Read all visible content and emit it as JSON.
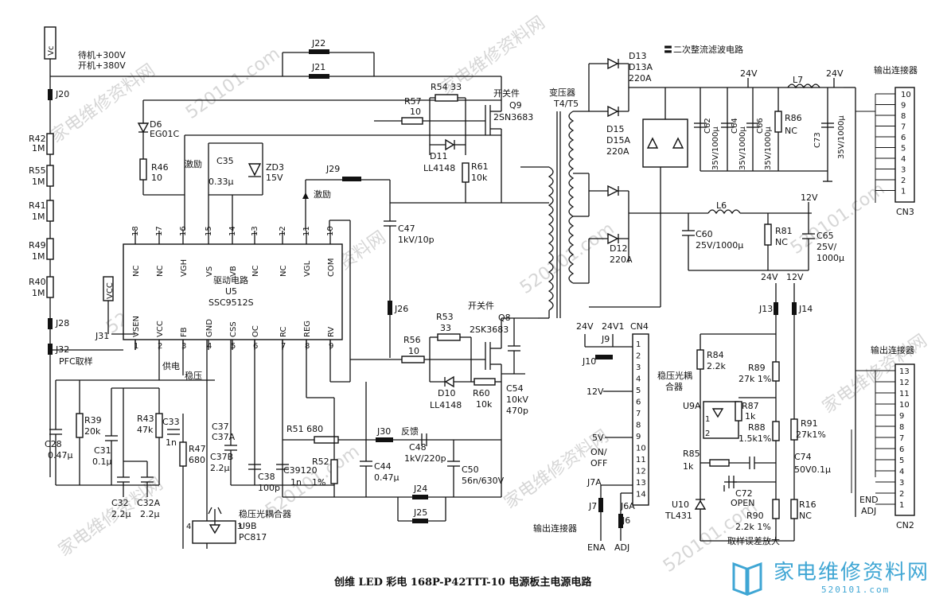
{
  "caption": "创维 LED 彩电 168P-P42TTT-10 电源板主电源电路",
  "logo": {
    "text": "家电维修资料网",
    "url": "520101.com"
  },
  "watermarks": [
    "家电维修资料网",
    "520101.com"
  ],
  "input": {
    "vc": "Vc",
    "standby": "待机+300V",
    "on": "开机+380V",
    "pfc": "PFC取样"
  },
  "ic": {
    "title": "驱动电路",
    "ref": "U5",
    "part": "SSC9512S",
    "top_pins": [
      {
        "num": "18",
        "name": "NC"
      },
      {
        "num": "17",
        "name": "NC"
      },
      {
        "num": "16",
        "name": "VGH"
      },
      {
        "num": "15",
        "name": "VS"
      },
      {
        "num": "14",
        "name": "VB"
      },
      {
        "num": "13",
        "name": "NC"
      },
      {
        "num": "12",
        "name": "NC"
      },
      {
        "num": "11",
        "name": "VGL"
      },
      {
        "num": "10",
        "name": "COM"
      }
    ],
    "bottom_pins": [
      {
        "num": "1",
        "name": "VSEN"
      },
      {
        "num": "2",
        "name": "VCC"
      },
      {
        "num": "3",
        "name": "FB"
      },
      {
        "num": "4",
        "name": "GND"
      },
      {
        "num": "5",
        "name": "CSS"
      },
      {
        "num": "6",
        "name": "OC"
      },
      {
        "num": "7",
        "name": "RC"
      },
      {
        "num": "8",
        "name": "REG"
      },
      {
        "num": "9",
        "name": "RV"
      }
    ]
  },
  "resistor_chain": [
    {
      "ref": "R42",
      "val": "1M"
    },
    {
      "ref": "R55",
      "val": "1M"
    },
    {
      "ref": "R41",
      "val": "1M"
    },
    {
      "ref": "R49",
      "val": "1M"
    },
    {
      "ref": "R40",
      "val": "1M"
    }
  ],
  "jumpers": {
    "J20": "J20",
    "J22": "J22",
    "J21": "J21",
    "J28": "J28",
    "J32": "J32",
    "J31": "J31",
    "J29": "J29",
    "J26": "J26",
    "J30": "J30",
    "J24": "J24",
    "J25": "J25",
    "J13": "J13",
    "J14": "J14",
    "J9": "J9",
    "J10": "J10",
    "J7A": "J7A",
    "J7": "J7",
    "J6A": "J6A",
    "J6": "J6"
  },
  "labels": {
    "vcc": "VCC",
    "d6": "D6",
    "d6v": "EG01C",
    "r46": "R46",
    "r46v": "10",
    "jili1": "激励",
    "jili2": "激励",
    "c35": "C35",
    "c35v": "0.33μ",
    "zd3": "ZD3",
    "zd3v": "15V",
    "r57": "R57",
    "r57v": "10",
    "r54": "R54 33",
    "q9a": "开关件",
    "q9b": "Q9",
    "q9c": "2SN3683",
    "d11": "D11",
    "d11v": "LL4148",
    "r61": "R61",
    "r61v": "10k",
    "c47": "C47",
    "c47v": "1kV/10p",
    "q8a": "开关件",
    "q8b": "Q8",
    "q8c": "2SK3683",
    "r53": "R53",
    "r53v": "33",
    "r56": "R56",
    "r56v": "10",
    "d10": "D10",
    "d10v": "LL4148",
    "r60": "R60",
    "r60v": "10k",
    "c54": "C54",
    "c54v1": "10kV",
    "c54v2": "470p",
    "fankui": "反馈",
    "c48": "C48",
    "c48v": "1kV/220p",
    "c50": "C50",
    "c50v": "56n/630V",
    "c44": "C44",
    "c44v": "0.47μ",
    "gongdian": "供电",
    "wenya": "稳压",
    "c28": "C28",
    "c28v": "0.47μ",
    "r39": "R39",
    "r39v": "20k",
    "c31": "C31",
    "c31v": "0.1μ",
    "r43": "R43",
    "r43v": "47k",
    "c33": "C33",
    "c33v": "1n",
    "r47": "R47",
    "r47v": "680",
    "c37": "C37",
    "c37a": "C37A",
    "c37b": "C37B",
    "c37v": "2.2μ",
    "r51": "R51 680",
    "c38": "C38",
    "c38v": "100p",
    "c39": "C39120",
    "c39v": "1n",
    "r52": "R52",
    "r52v": "1%",
    "c32": "C32",
    "c32v": "2.2μ",
    "c32a": "C32A",
    "c32av": "2.2μ",
    "u9b1": "稳压光耦合器",
    "u9b2": "U9B",
    "u9b3": "PC817",
    "transformer": "变压器",
    "transformer2": "T4/T5",
    "d13": "D13",
    "d13a": "D13A",
    "d13v": "220A",
    "d15": "D15",
    "d15a": "D15A",
    "d15v": "220A",
    "d12": "D12",
    "d12v": "220A",
    "secondary": "二次整流滤波电路",
    "v24a": "24V",
    "v24b": "24V",
    "v24c": "24V",
    "v12a": "12V",
    "v12b": "12V",
    "l7": "L7",
    "l6": "L6",
    "c62": "C62",
    "c62v": "35V/1000μ",
    "c64": "C64",
    "c64v": "35V/1000μ",
    "c66": "C66",
    "c66v": "35V/1000μ",
    "r86": "R86",
    "r86v": "NC",
    "c73": "C73",
    "c73v": "35V/1000μ",
    "c60": "C60",
    "c60v": "25V/1000μ",
    "r81": "R81",
    "r81v": "NC",
    "c65": "C65",
    "c65v": "25V/",
    "c65v2": "1000μ",
    "out1": "输出连接器",
    "out2": "输出连接器",
    "out3": "输出连接器",
    "cn3": "CN3",
    "cn2": "CN2",
    "cn4": "CN4",
    "r84": "R84",
    "r84v": "2.2k",
    "u9a1": "稳压光耦",
    "u9a2": "合器",
    "u9a": "U9A",
    "r87": "R87",
    "r87v": "1k",
    "r89": "R89",
    "r89v": "27k 1%",
    "r88": "R88",
    "r88v": "1.5k1%",
    "r91": "R91",
    "r91v": "27k1%",
    "r85": "R85",
    "r85v": "1k",
    "c74": "C74",
    "c74v": "50V0.1μ",
    "c72": "C72",
    "c72v": "OPEN",
    "u10": "U10",
    "u10v": "TL431",
    "r90": "R90",
    "r90v": "2.2k 1%",
    "r16": "R16",
    "r16v": "NC",
    "quyang": "取样误差放大",
    "cn4_24v": "24V",
    "cn4_24v1": "24V1",
    "cn4_12v": "12V",
    "cn4_5v": "5V",
    "onoff1": "ON/",
    "onoff2": "OFF",
    "ena": "ENA",
    "adj": "ADJ",
    "end": "END",
    "adj2": "ADJ",
    "mark_ground": "〓"
  },
  "cn3_pins": [
    "10",
    "9",
    "8",
    "7",
    "6",
    "5",
    "4",
    "3",
    "2",
    "1"
  ],
  "cn2_pins": [
    "13",
    "12",
    "11",
    "10",
    "9",
    "8",
    "7",
    "6",
    "5",
    "4",
    "3",
    "2",
    "1"
  ],
  "cn4_pins": [
    "1",
    "2",
    "3",
    "4",
    "5",
    "6",
    "7",
    "8",
    "9",
    "10",
    "11",
    "12",
    "13",
    "14"
  ]
}
